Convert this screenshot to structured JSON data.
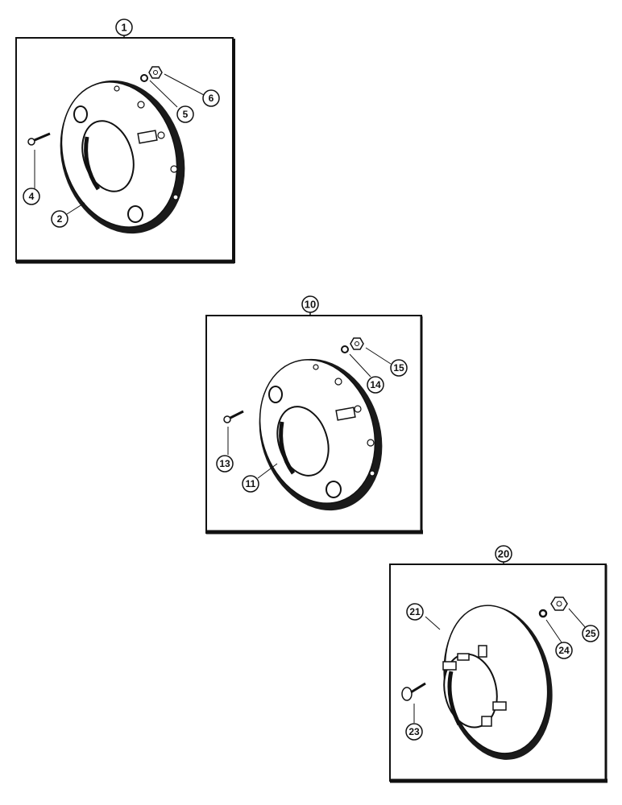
{
  "diagram": {
    "panels": [
      {
        "label": "1",
        "callouts": [
          {
            "label": "2",
            "part": "wheel-weight"
          },
          {
            "label": "4",
            "part": "bolt"
          },
          {
            "label": "5",
            "part": "lock-washer"
          },
          {
            "label": "6",
            "part": "nut"
          }
        ]
      },
      {
        "label": "10",
        "callouts": [
          {
            "label": "11",
            "part": "wheel-weight"
          },
          {
            "label": "13",
            "part": "bolt"
          },
          {
            "label": "14",
            "part": "lock-washer"
          },
          {
            "label": "15",
            "part": "nut"
          }
        ]
      },
      {
        "label": "20",
        "callouts": [
          {
            "label": "21",
            "part": "wheel-weight"
          },
          {
            "label": "23",
            "part": "carriage-bolt"
          },
          {
            "label": "24",
            "part": "lock-washer"
          },
          {
            "label": "25",
            "part": "nut"
          }
        ]
      }
    ]
  }
}
